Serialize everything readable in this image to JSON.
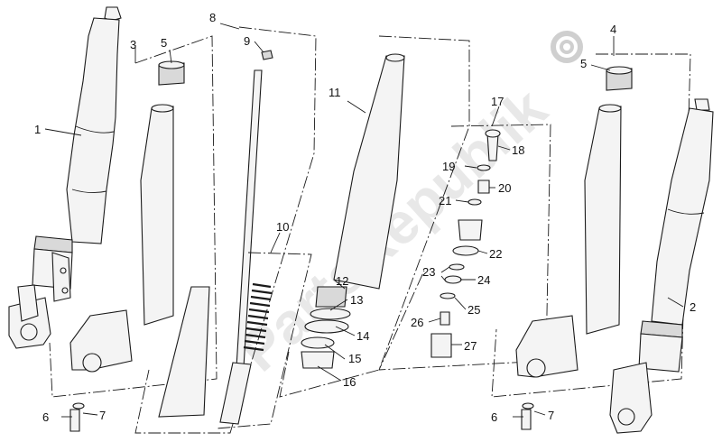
{
  "watermark": {
    "text": "PartsRepublik",
    "color": "#cfcfcf"
  },
  "callouts": [
    {
      "id": "1",
      "label": "1"
    },
    {
      "id": "2",
      "label": "2"
    },
    {
      "id": "3",
      "label": "3"
    },
    {
      "id": "4",
      "label": "4"
    },
    {
      "id": "5a",
      "label": "5"
    },
    {
      "id": "5b",
      "label": "5"
    },
    {
      "id": "6a",
      "label": "6"
    },
    {
      "id": "6b",
      "label": "6"
    },
    {
      "id": "7a",
      "label": "7"
    },
    {
      "id": "7b",
      "label": "7"
    },
    {
      "id": "8",
      "label": "8"
    },
    {
      "id": "9",
      "label": "9"
    },
    {
      "id": "10",
      "label": "10"
    },
    {
      "id": "11",
      "label": "11"
    },
    {
      "id": "12",
      "label": "12"
    },
    {
      "id": "13",
      "label": "13"
    },
    {
      "id": "14",
      "label": "14"
    },
    {
      "id": "15",
      "label": "15"
    },
    {
      "id": "16",
      "label": "16"
    },
    {
      "id": "17",
      "label": "17"
    },
    {
      "id": "18",
      "label": "18"
    },
    {
      "id": "19",
      "label": "19"
    },
    {
      "id": "20",
      "label": "20"
    },
    {
      "id": "21",
      "label": "21"
    },
    {
      "id": "22",
      "label": "22"
    },
    {
      "id": "23",
      "label": "23"
    },
    {
      "id": "24",
      "label": "24"
    },
    {
      "id": "25",
      "label": "25"
    },
    {
      "id": "26",
      "label": "26"
    },
    {
      "id": "27",
      "label": "27"
    }
  ]
}
